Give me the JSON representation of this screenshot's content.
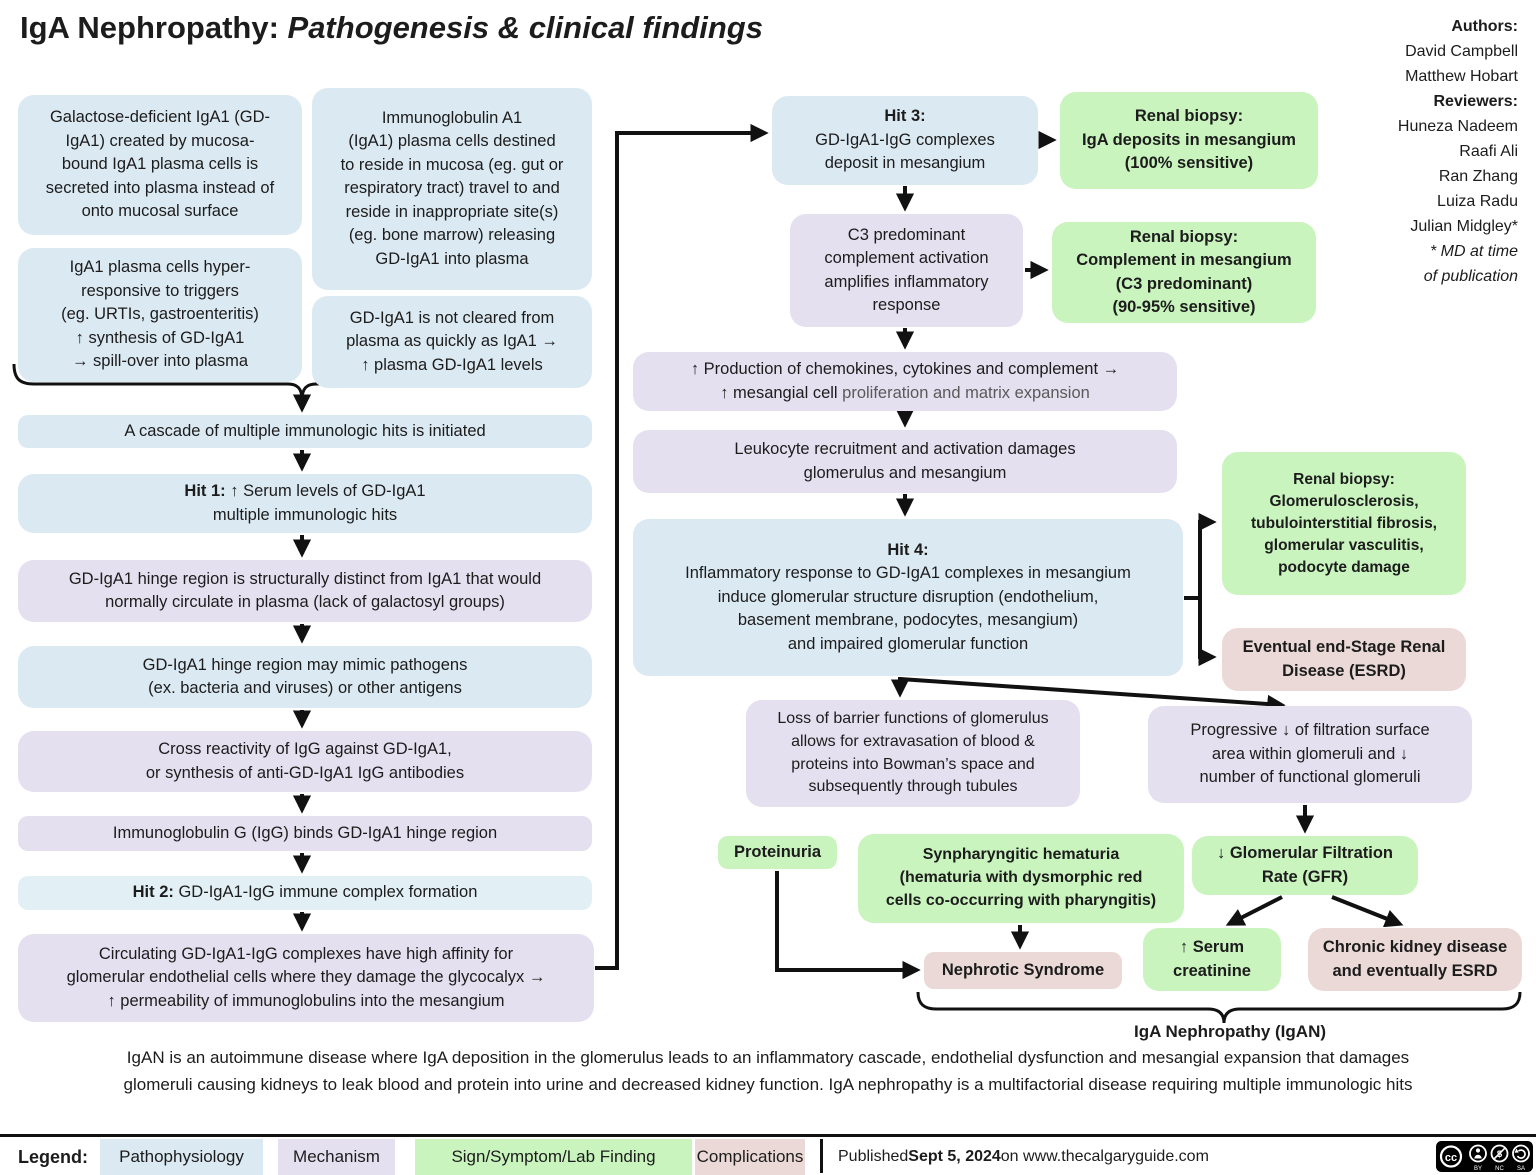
{
  "title": {
    "main": "IgA Nephropathy: ",
    "italic": "Pathogenesis & clinical findings"
  },
  "credits": {
    "authors_label": "Authors:",
    "authors": [
      "David Campbell",
      "Matthew Hobart"
    ],
    "reviewers_label": "Reviewers:",
    "reviewers": [
      "Huneza Nadeem",
      "Raafi Ali",
      "Ran Zhang",
      "Luiza Radu",
      "Julian Midgley*"
    ],
    "note_lines": [
      "* MD at time",
      "of publication"
    ]
  },
  "boxes": {
    "galactose": {
      "lines": [
        "Galactose-deficient IgA1 (GD-",
        "IgA1) created by mucosa-",
        "bound IgA1 plasma cells is",
        "secreted into plasma instead of",
        "onto mucosal surface"
      ]
    },
    "immuno": {
      "lines": [
        "Immunoglobulin A1",
        "(IgA1) plasma cells destined",
        "to reside in mucosa (eg. gut or",
        "respiratory tract) travel to and",
        "reside in inappropriate site(s)",
        "(eg. bone marrow) releasing",
        "GD-IgA1 into plasma"
      ]
    },
    "hyper": {
      "lines": [
        "IgA1 plasma cells hyper-",
        "responsive to triggers",
        "(eg. URTIs, gastroenteritis)",
        "↑ synthesis of GD-IgA1",
        "→ spill-over into plasma"
      ]
    },
    "notcleared": {
      "lines": [
        "GD-IgA1 is not cleared from",
        "plasma as quickly as IgA1 →",
        "↑ plasma GD-IgA1 levels"
      ]
    },
    "cascade": {
      "text": "A cascade of multiple immunologic hits is initiated"
    },
    "hit1": {
      "bold": "Hit 1:",
      "rest": " ↑ Serum levels of GD-IgA1",
      "line2": "multiple immunologic hits"
    },
    "hinge": {
      "lines": [
        "GD-IgA1 hinge region is structurally distinct from IgA1 that would",
        "normally circulate in plasma (lack of galactosyl groups)"
      ]
    },
    "mimic": {
      "lines": [
        "GD-IgA1 hinge region may mimic pathogens",
        "(ex. bacteria and viruses) or other antigens"
      ]
    },
    "cross": {
      "lines": [
        "Cross reactivity of IgG against GD-IgA1,",
        "or synthesis of anti-GD-IgA1 IgG antibodies"
      ]
    },
    "iggbinds": {
      "text": "Immunoglobulin G (IgG) binds GD-IgA1 hinge region"
    },
    "hit2": {
      "bold": "Hit 2:",
      "rest": " GD-IgA1-IgG immune complex formation"
    },
    "circulating": {
      "lines": [
        "Circulating GD-IgA1-IgG complexes have high affinity for",
        "glomerular endothelial cells where they damage the glycocalyx →",
        "↑ permeability of immunoglobulins into the mesangium"
      ]
    },
    "hit3": {
      "bold": "Hit 3:",
      "lines": [
        "GD-IgA1-IgG complexes",
        "deposit in mesangium"
      ]
    },
    "c3": {
      "lines": [
        "C3 predominant",
        "complement activation",
        "amplifies inflammatory",
        "response"
      ]
    },
    "chemo": {
      "line1": "↑  Production of chemokines, cytokines and complement →",
      "line2_black": "↑ mesangial cell ",
      "line2_gray": "proliferation and matrix expansion"
    },
    "leuko": {
      "lines": [
        "Leukocyte recruitment and activation damages",
        "glomerulus and mesangium"
      ]
    },
    "hit4": {
      "bold": "Hit 4:",
      "lines": [
        "Inflammatory response to GD-IgA1 complexes in mesangium",
        "induce glomerular structure disruption (endothelium,",
        "basement membrane, podocytes, mesangium)",
        "and impaired glomerular function"
      ]
    },
    "loss": {
      "lines": [
        "Loss of barrier functions of glomerulus",
        "allows for extravasation of blood &",
        "proteins into Bowman’s space and",
        "subsequently through tubules"
      ]
    },
    "progressive": {
      "lines": [
        "Progressive ↓  of filtration surface",
        "area within glomeruli and ↓",
        "number of functional glomeruli"
      ]
    },
    "renal_iga": {
      "lines": [
        "Renal biopsy:",
        "IgA deposits in mesangium",
        "(100% sensitive)"
      ]
    },
    "renal_c3": {
      "lines": [
        "Renal biopsy:",
        "Complement in mesangium",
        "(C3 predominant)",
        "(90-95% sensitive)"
      ]
    },
    "renal_scl": {
      "lines": [
        "Renal biopsy:",
        "Glomerulosclerosis,",
        "tubulointerstitial fibrosis,",
        "glomerular vasculitis,",
        "podocyte damage"
      ]
    },
    "esrd": {
      "lines": [
        "Eventual end-Stage Renal",
        "Disease (ESRD)"
      ]
    },
    "proteinuria": {
      "text": "Proteinuria"
    },
    "synpharyngitic": {
      "lines": [
        "Synpharyngitic hematuria",
        "(hematuria with dysmorphic red",
        "cells co-occurring with pharyngitis)"
      ]
    },
    "gfr": {
      "lines": [
        "↓ Glomerular Filtration",
        "Rate (GFR)"
      ]
    },
    "nephrotic": {
      "text": "Nephrotic Syndrome"
    },
    "creatinine": {
      "lines": [
        "↑ Serum",
        "creatinine"
      ]
    },
    "ckd": {
      "lines": [
        "Chronic kidney disease",
        "and eventually ESRD"
      ]
    }
  },
  "igan_label": "IgA Nephropathy (IgAN)",
  "summary_lines": [
    "IgAN is an autoimmune disease where IgA deposition in the glomerulus leads to an inflammatory cascade, endothelial dysfunction and mesangial expansion that damages",
    "glomeruli causing kidneys to leak blood and protein into urine and decreased kidney function. IgA nephropathy is a multifactorial disease requiring multiple immunologic hits"
  ],
  "legend": {
    "label": "Legend:",
    "items": [
      {
        "label": "Pathophysiology",
        "color": "#dbe9f2"
      },
      {
        "label": "Mechanism",
        "color": "#e4e0ef"
      },
      {
        "label": "Sign/Symptom/Lab Finding",
        "color": "#c9f4be"
      },
      {
        "label": "Complications",
        "color": "#ead9d6"
      }
    ]
  },
  "footer": {
    "published_prefix": "Published ",
    "published_date": "Sept 5, 2024",
    "published_suffix": " on www.thecalgaryguide.com",
    "license": {
      "cc": "cc",
      "by": "BY",
      "nc": "NC",
      "sa": "SA"
    }
  },
  "colors": {
    "connector": "#111111",
    "text": "#1c1c1c",
    "muted_text": "#595959"
  }
}
